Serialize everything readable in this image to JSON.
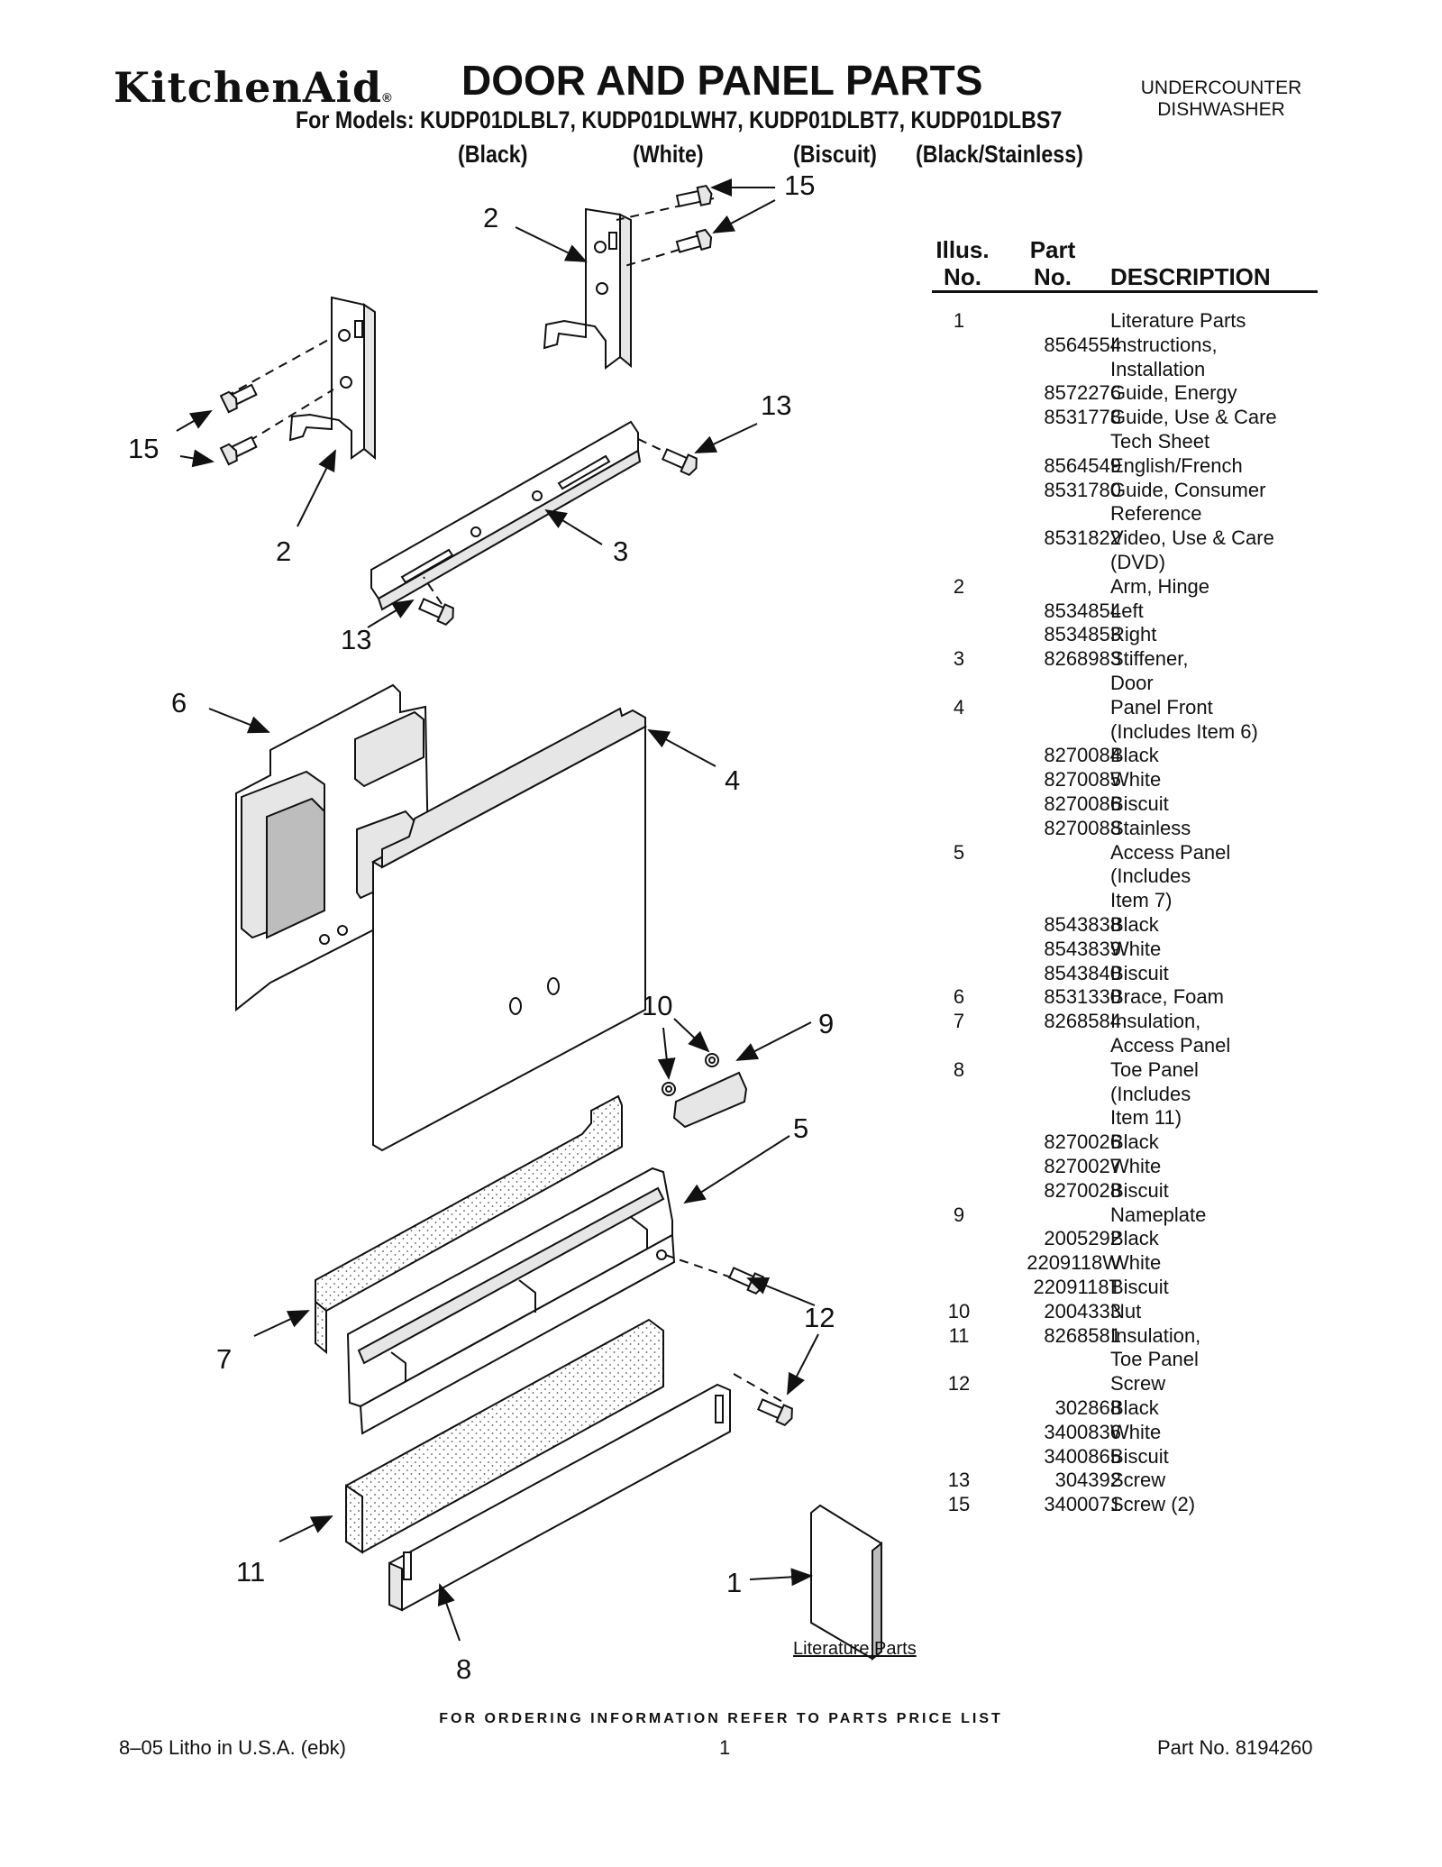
{
  "header": {
    "brand": "KitchenAid",
    "registered": "®",
    "title": "DOOR AND PANEL PARTS",
    "models": "For Models: KUDP01DLBL7, KUDP01DLWH7, KUDP01DLBT7, KUDP01DLBS7",
    "variants": [
      "(Black)",
      "(White)",
      "(Biscuit)",
      "(Black/Stainless)"
    ],
    "product_line1": "UNDERCOUNTER",
    "product_line2": "DISHWASHER"
  },
  "diagram": {
    "callouts": [
      "15",
      "2",
      "15",
      "13",
      "2",
      "3",
      "13",
      "6",
      "4",
      "10",
      "9",
      "5",
      "12",
      "7",
      "11",
      "1",
      "8"
    ],
    "literature_label": "Literature Parts"
  },
  "table": {
    "col1_line1": "Illus.",
    "col1_line2": "No.",
    "col2_line1": "Part",
    "col2_line2": "No.",
    "col3": "DESCRIPTION",
    "rows": [
      {
        "illus": "1",
        "part": "",
        "desc": "Literature Parts"
      },
      {
        "illus": "",
        "part": "8564554",
        "desc": "Instructions,"
      },
      {
        "illus": "",
        "part": "",
        "desc": "Installation"
      },
      {
        "illus": "",
        "part": "8572276",
        "desc": "Guide, Energy"
      },
      {
        "illus": "",
        "part": "8531778",
        "desc": "Guide, Use & Care"
      },
      {
        "illus": "",
        "part": "",
        "desc": "Tech Sheet"
      },
      {
        "illus": "",
        "part": "8564549",
        "desc": "English/French"
      },
      {
        "illus": "",
        "part": "8531780",
        "desc": "Guide, Consumer"
      },
      {
        "illus": "",
        "part": "",
        "desc": "Reference"
      },
      {
        "illus": "",
        "part": "8531822",
        "desc": "Video, Use & Care"
      },
      {
        "illus": "",
        "part": "",
        "desc": " (DVD)"
      },
      {
        "illus": "2",
        "part": "",
        "desc": "Arm, Hinge"
      },
      {
        "illus": "",
        "part": "8534854",
        "desc": "Left"
      },
      {
        "illus": "",
        "part": "8534853",
        "desc": "Right"
      },
      {
        "illus": "3",
        "part": "8268983",
        "desc": "Stiffener,"
      },
      {
        "illus": "",
        "part": "",
        "desc": "Door"
      },
      {
        "illus": "4",
        "part": "",
        "desc": "Panel Front"
      },
      {
        "illus": "",
        "part": "",
        "desc": "(Includes Item 6)"
      },
      {
        "illus": "",
        "part": "8270084",
        "desc": "Black"
      },
      {
        "illus": "",
        "part": "8270085",
        "desc": "White"
      },
      {
        "illus": "",
        "part": "8270086",
        "desc": "Biscuit"
      },
      {
        "illus": "",
        "part": "8270088",
        "desc": "Stainless"
      },
      {
        "illus": "5",
        "part": "",
        "desc": "Access Panel"
      },
      {
        "illus": "",
        "part": "",
        "desc": "(Includes"
      },
      {
        "illus": "",
        "part": "",
        "desc": "Item 7)"
      },
      {
        "illus": "",
        "part": "8543838",
        "desc": "Black"
      },
      {
        "illus": "",
        "part": "8543839",
        "desc": "White"
      },
      {
        "illus": "",
        "part": "8543840",
        "desc": "Biscuit"
      },
      {
        "illus": "6",
        "part": "8531330",
        "desc": "Brace, Foam"
      },
      {
        "illus": "7",
        "part": "8268584",
        "desc": "Insulation,"
      },
      {
        "illus": "",
        "part": "",
        "desc": "Access Panel"
      },
      {
        "illus": "8",
        "part": "",
        "desc": "Toe Panel"
      },
      {
        "illus": "",
        "part": "",
        "desc": "(Includes"
      },
      {
        "illus": "",
        "part": "",
        "desc": "Item 11)"
      },
      {
        "illus": "",
        "part": "8270026",
        "desc": "Black"
      },
      {
        "illus": "",
        "part": "8270027",
        "desc": "White"
      },
      {
        "illus": "",
        "part": "8270028",
        "desc": "Biscuit"
      },
      {
        "illus": "9",
        "part": "",
        "desc": "Nameplate"
      },
      {
        "illus": "",
        "part": "2005292",
        "desc": "Black"
      },
      {
        "illus": "",
        "part": "2209118W",
        "desc": "White"
      },
      {
        "illus": "",
        "part": "2209118T",
        "desc": "Biscuit"
      },
      {
        "illus": "10",
        "part": "2004333",
        "desc": "Nut"
      },
      {
        "illus": "11",
        "part": "8268581",
        "desc": "Insulation,"
      },
      {
        "illus": "",
        "part": "",
        "desc": "Toe Panel"
      },
      {
        "illus": "12",
        "part": "",
        "desc": "Screw"
      },
      {
        "illus": "",
        "part": "302868",
        "desc": "Black"
      },
      {
        "illus": "",
        "part": "3400836",
        "desc": "White"
      },
      {
        "illus": "",
        "part": "3400865",
        "desc": "Biscuit"
      },
      {
        "illus": "13",
        "part": "304392",
        "desc": "Screw"
      },
      {
        "illus": "15",
        "part": "3400071",
        "desc": "Screw (2)"
      }
    ]
  },
  "footer": {
    "ordering": "FOR ORDERING INFORMATION REFER TO PARTS PRICE LIST",
    "litho": "8–05 Litho in U.S.A. (ebk)",
    "page": "1",
    "part_no": "Part No. 8194260"
  }
}
